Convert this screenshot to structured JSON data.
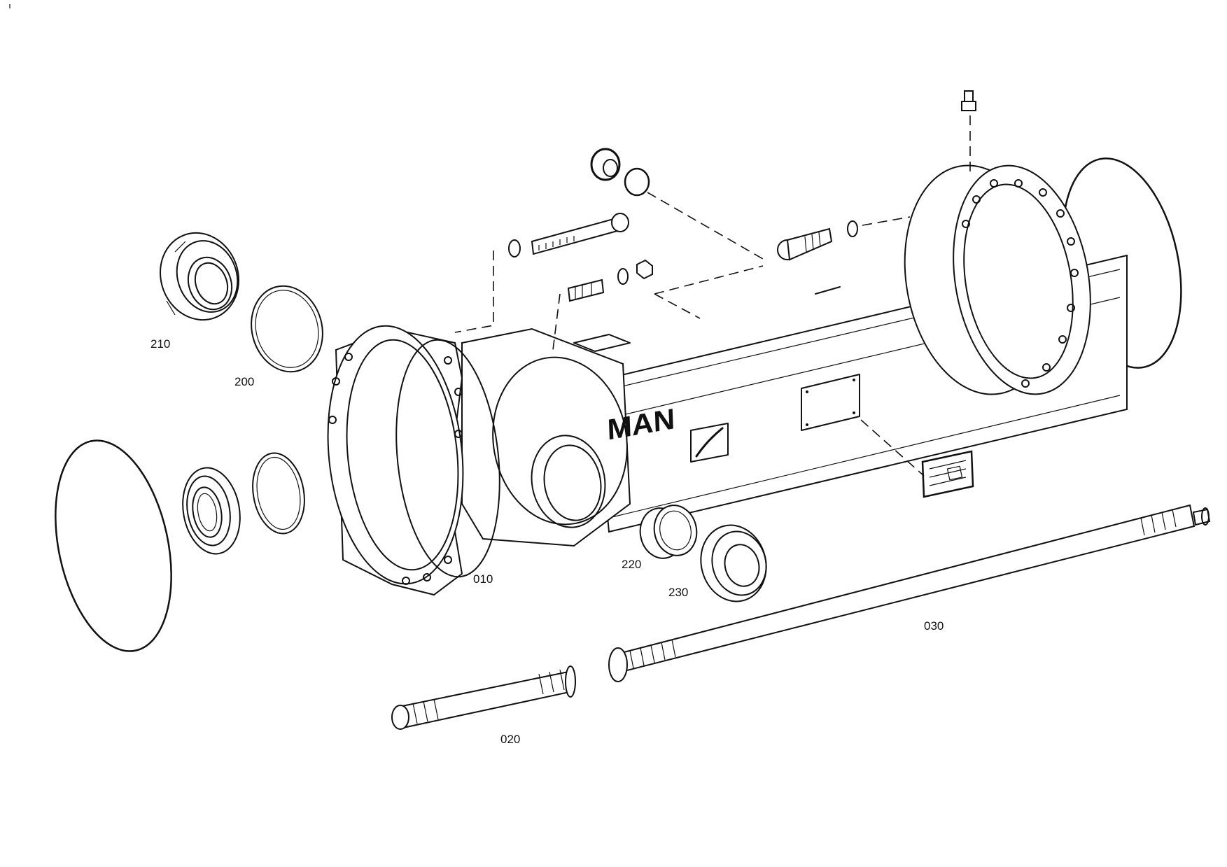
{
  "logo_text": "MAN",
  "callouts": {
    "p210": "210",
    "p200": "200",
    "p010": "010",
    "p220": "220",
    "p230": "230",
    "p030": "030",
    "p020": "020"
  },
  "line_color": "#111111",
  "background_color": "#ffffff"
}
